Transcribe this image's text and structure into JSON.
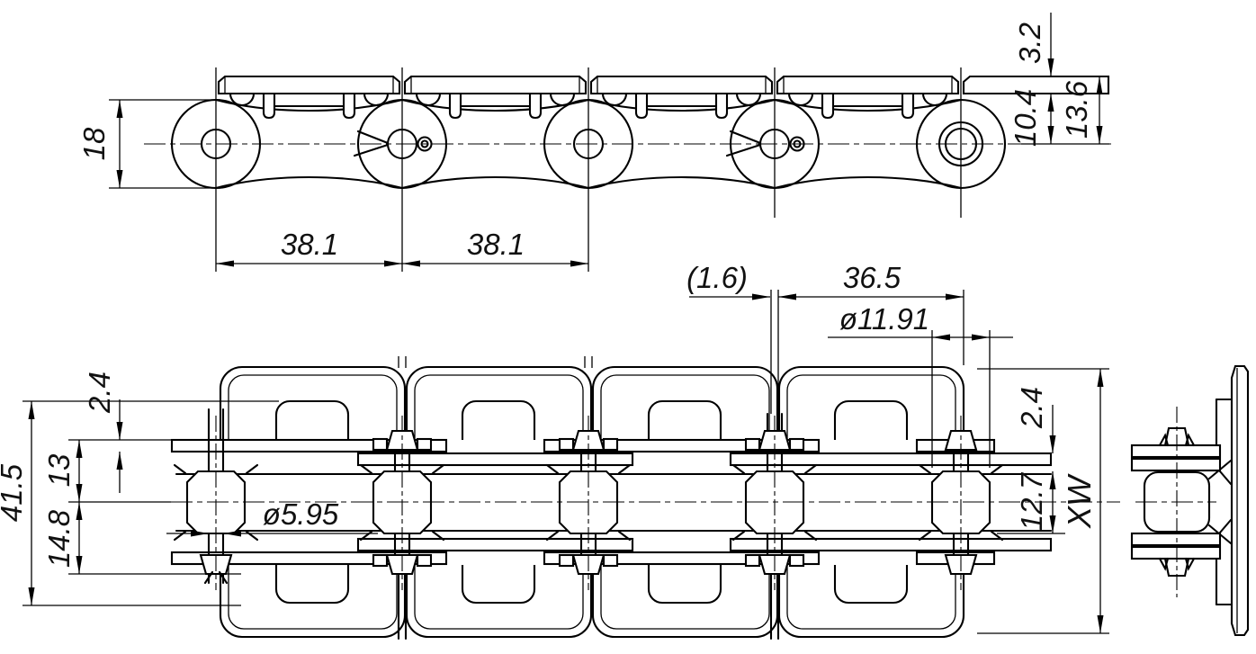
{
  "drawing": {
    "title": "roller-chain-with-attachments-technical-drawing",
    "colors": {
      "line": "#000000",
      "background": "#ffffff"
    },
    "top_view": {
      "dims": {
        "plate_height": "18",
        "pitch_1": "38.1",
        "pitch_2": "38.1",
        "top_plate_thickness": "3.2",
        "center_to_plate_bottom": "10.4",
        "center_to_plate_top": "13.6"
      }
    },
    "bottom_view": {
      "dims": {
        "plate_gap": "(1.6)",
        "attachment_length": "36.5",
        "roller_diameter": "ø11.91",
        "plate_thickness_left": "2.4",
        "center_to_plate_edge": "13",
        "attachment_width": "41.5",
        "center_to_lug": "14.8",
        "pin_diameter": "ø5.95",
        "plate_thickness_right": "2.4",
        "inner_width": "12.7",
        "overall_width": "XW"
      }
    }
  }
}
